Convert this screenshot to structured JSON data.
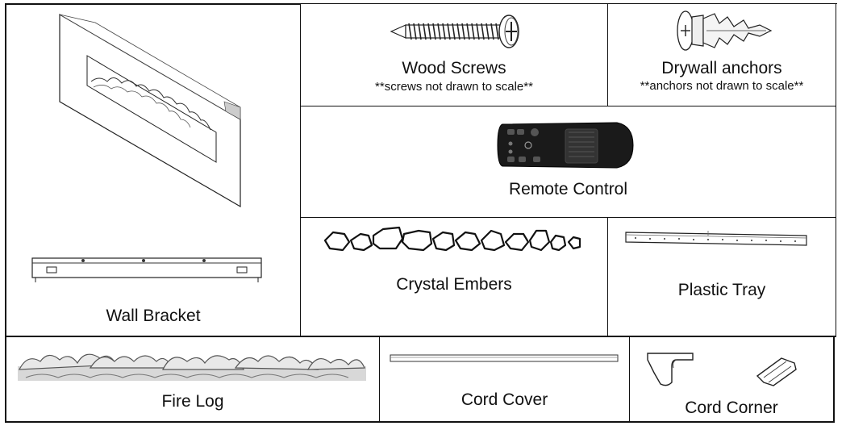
{
  "parts": {
    "wall_bracket": {
      "label": "Wall Bracket",
      "icon": "fireplace-and-bracket-drawing"
    },
    "wood_screws": {
      "label": "Wood Screws",
      "note": "**screws not drawn to scale**",
      "icon": "screw-icon"
    },
    "drywall_anchors": {
      "label": "Drywall anchors",
      "note": "**anchors not drawn to scale**",
      "icon": "drywall-anchor-icon"
    },
    "remote_control": {
      "label": "Remote Control",
      "icon": "remote-control-icon"
    },
    "crystal_embers": {
      "label": "Crystal Embers",
      "icon": "crystal-embers-icon"
    },
    "plastic_tray": {
      "label": "Plastic Tray",
      "icon": "plastic-tray-icon"
    },
    "fire_log": {
      "label": "Fire Log",
      "icon": "fire-log-icon"
    },
    "cord_cover": {
      "label": "Cord Cover",
      "icon": "cord-cover-icon"
    },
    "cord_corner": {
      "label": "Cord Corner",
      "icon": "cord-corner-icon"
    }
  }
}
